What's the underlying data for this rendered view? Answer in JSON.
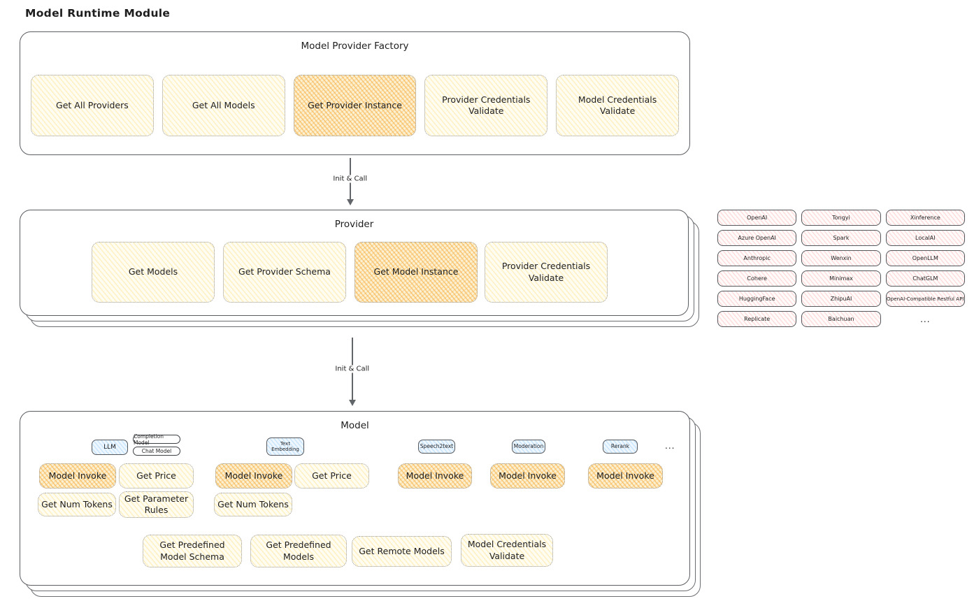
{
  "page": {
    "title": "Model Runtime Module"
  },
  "arrows": {
    "factory_to_provider": "Init & Call",
    "provider_to_model": "Init & Call"
  },
  "factory": {
    "title": "Model Provider Factory",
    "buttons": [
      {
        "label": "Get All Providers",
        "highlight": false
      },
      {
        "label": "Get All Models",
        "highlight": false
      },
      {
        "label": "Get Provider Instance",
        "highlight": true
      },
      {
        "label": "Provider Credentials Validate",
        "highlight": false
      },
      {
        "label": "Model Credentials Validate",
        "highlight": false
      }
    ]
  },
  "provider": {
    "title": "Provider",
    "buttons": [
      {
        "label": "Get Models",
        "highlight": false
      },
      {
        "label": "Get Provider Schema",
        "highlight": false
      },
      {
        "label": "Get Model Instance",
        "highlight": true
      },
      {
        "label": "Provider Credentials Validate",
        "highlight": false
      }
    ]
  },
  "provider_list": {
    "items": [
      "OpenAI",
      "Tongyi",
      "Xinference",
      "Azure OpenAI",
      "Spark",
      "LocalAI",
      "Anthropic",
      "Wenxin",
      "OpenLLM",
      "Cohere",
      "Minimax",
      "ChatGLM",
      "HuggingFace",
      "ZhipuAI",
      "OpenAI-Compatible Restful API",
      "Replicate",
      "Baichuan"
    ],
    "more": "..."
  },
  "model": {
    "title": "Model",
    "tags": {
      "llm": "LLM",
      "completion": "Completion Model",
      "chat": "Chat Model",
      "text_embedding": "Text Embedding",
      "speech2text": "Speech2text",
      "moderation": "Moderation",
      "rerank": "Rerank",
      "more": "..."
    },
    "llm_group": {
      "model_invoke": "Model Invoke",
      "get_price": "Get Price",
      "get_num_tokens": "Get Num Tokens",
      "get_parameter_rules": "Get Parameter Rules"
    },
    "embedding_group": {
      "model_invoke": "Model Invoke",
      "get_price": "Get Price",
      "get_num_tokens": "Get Num Tokens"
    },
    "speech2text_group": {
      "model_invoke": "Model Invoke"
    },
    "moderation_group": {
      "model_invoke": "Model Invoke"
    },
    "rerank_group": {
      "model_invoke": "Model Invoke"
    },
    "shared_buttons": [
      {
        "label": "Get Predefined Model Schema"
      },
      {
        "label": "Get Predefined Models"
      },
      {
        "label": "Get Remote Models"
      },
      {
        "label": "Model Credentials Validate"
      }
    ]
  },
  "colors": {
    "node_yellow": "#fff9db",
    "node_highlight": "#f6aa3a",
    "provider_pink": "#ffc9c9",
    "tag_blue": "#a5d8ff",
    "border_dark": "#55585c"
  }
}
